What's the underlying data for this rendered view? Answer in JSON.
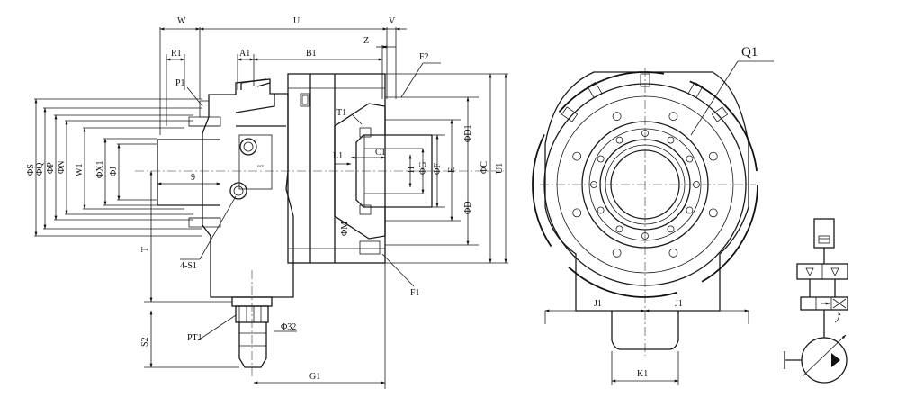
{
  "dims_top": {
    "W": "W",
    "U": "U",
    "V": "V",
    "Z": "Z",
    "R1": "R1",
    "A1": "A1",
    "B1": "B1",
    "F2": "F2",
    "P1": "P1",
    "T1": "T1"
  },
  "dims_left": {
    "S": "ΦS",
    "Q": "ΦQ",
    "P": "ΦP",
    "N": "ΦN",
    "W1": "W1",
    "X1": "ΦX1",
    "J": "ΦJ",
    "T": "T",
    "S2": "S2"
  },
  "dims_inner": {
    "L1": "L1",
    "C1": "C1",
    "H": "H",
    "G": "ΦG",
    "F": "ΦF",
    "E": "E",
    "D1": "ΦD1",
    "D": "ΦD",
    "C": "ΦC",
    "U1": "U1",
    "M": "ΦM"
  },
  "callouts": {
    "nine": "9",
    "S1": "4-S1",
    "PT1": "PT1",
    "phi32": "Φ32",
    "G1": "G1",
    "F1": "F1",
    "engraving": "ozz"
  },
  "front_view": {
    "Q1": "Q1",
    "J1_left": "J1",
    "J1_right": "J1",
    "K1": "K1"
  }
}
